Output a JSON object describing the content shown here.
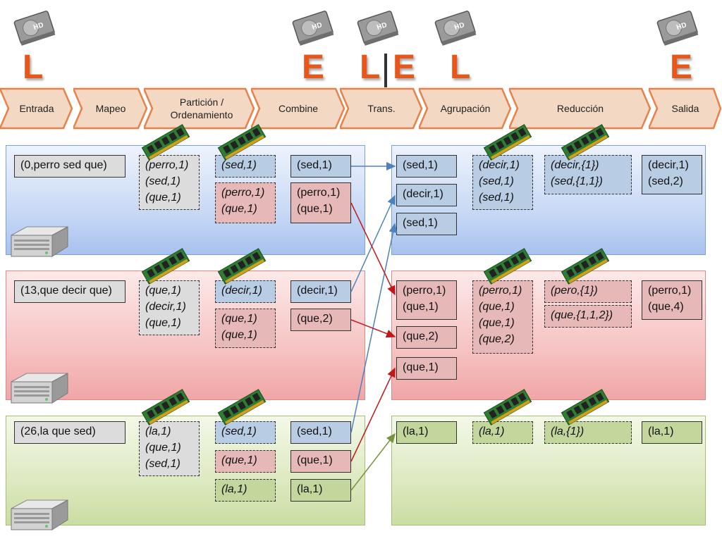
{
  "io_markers": {
    "input_read_1": "L",
    "write_1": "E",
    "read_2": "L",
    "write_2": "E",
    "read_3": "L",
    "write_3": "E"
  },
  "pipeline": {
    "stages": [
      "Entrada",
      "Mapeo",
      "Partición / Ordenamiento",
      "Combine",
      "Trans.",
      "Agrupación",
      "Reducción",
      "Salida"
    ],
    "color": "#f3d9c4",
    "border": "#e8804a"
  },
  "rows": [
    {
      "color": "blue",
      "input": "(0,perro sed que)",
      "map": [
        "(perro,1)",
        "(sed,1)",
        "(que,1)"
      ],
      "partition_a": [
        "(sed,1)"
      ],
      "partition_b": [
        "(perro,1)",
        "(que,1)"
      ],
      "combine_a": [
        "(sed,1)"
      ],
      "combine_b": [
        "(perro,1)",
        "(que,1)"
      ],
      "received": [
        [
          "(sed,1)"
        ],
        [
          "(decir,1)"
        ],
        [
          "(sed,1)"
        ]
      ],
      "group": [
        "(decir,1)",
        "(sed,1)",
        "(sed,1)"
      ],
      "reduce": [
        "(decir,{1})",
        "(sed,{1,1})"
      ],
      "output": [
        "(decir,1)",
        "(sed,2)"
      ]
    },
    {
      "color": "red",
      "input": "(13,que decir que)",
      "map": [
        "(que,1)",
        "(decir,1)",
        "(que,1)"
      ],
      "partition_a": [
        "(decir,1)"
      ],
      "partition_b": [
        "(que,1)",
        "(que,1)"
      ],
      "combine_a": [
        "(decir,1)"
      ],
      "combine_b": [
        "(que,2)"
      ],
      "received": [
        [
          "(perro,1)",
          "(que,1)"
        ],
        [
          "(que,2)"
        ],
        [
          "(que,1)"
        ]
      ],
      "group": [
        "(perro,1)",
        "(que,1)",
        "(que,1)",
        "(que,2)"
      ],
      "reduce_a": [
        "(pero,{1})"
      ],
      "reduce_b": [
        "(que,{1,1,2})"
      ],
      "output": [
        "(perro,1)",
        "(que,4)"
      ]
    },
    {
      "color": "green",
      "input": "(26,la que sed)",
      "map": [
        "(la,1)",
        "(que,1)",
        "(sed,1)"
      ],
      "partition_a": [
        "(sed,1)"
      ],
      "partition_b": [
        "(que,1)"
      ],
      "partition_c": [
        "(la,1)"
      ],
      "combine_a": [
        "(sed,1)"
      ],
      "combine_b": [
        "(que,1)"
      ],
      "combine_c": [
        "(la,1)"
      ],
      "received": [
        [
          "(la,1)"
        ]
      ],
      "group": [
        "(la,1)"
      ],
      "reduce": [
        "(la,{1})"
      ],
      "output": [
        "(la,1)"
      ]
    }
  ],
  "icons": {
    "disk": "hard-disk-icon",
    "disk_label": "HD",
    "memory": "ram-module-icon",
    "server": "server-icon"
  },
  "colors": {
    "letters": "#e8561a",
    "arrow_blue": "#4f81bd",
    "arrow_red": "#c0181a",
    "arrow_green": "#77933c"
  }
}
